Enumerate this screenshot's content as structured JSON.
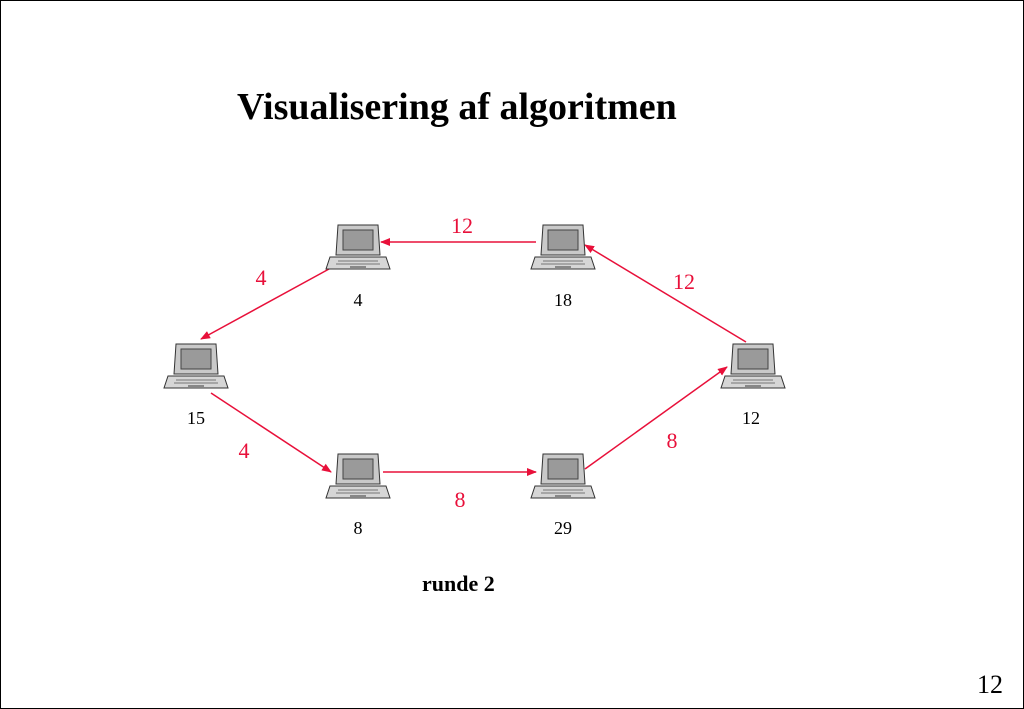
{
  "slide": {
    "title": "Visualisering af algoritmen",
    "caption": "runde 2",
    "page_number": "12"
  },
  "diagram": {
    "accent_color": "#e8103a",
    "node_icon": "laptop-icon",
    "nodes": [
      {
        "id": "top-left",
        "label": "4"
      },
      {
        "id": "top-right",
        "label": "18"
      },
      {
        "id": "left",
        "label": "15"
      },
      {
        "id": "right",
        "label": "12"
      },
      {
        "id": "bottom-left",
        "label": "8"
      },
      {
        "id": "bottom-right",
        "label": "29"
      }
    ],
    "edges": [
      {
        "from": "top-right",
        "to": "top-left",
        "label": "12"
      },
      {
        "from": "top-left",
        "to": "left",
        "label": "4"
      },
      {
        "from": "right",
        "to": "top-right",
        "label": "12"
      },
      {
        "from": "left",
        "to": "bottom-left",
        "label": "4"
      },
      {
        "from": "bottom-left",
        "to": "bottom-right",
        "label": "8"
      },
      {
        "from": "bottom-right",
        "to": "right",
        "label": "8"
      }
    ]
  }
}
